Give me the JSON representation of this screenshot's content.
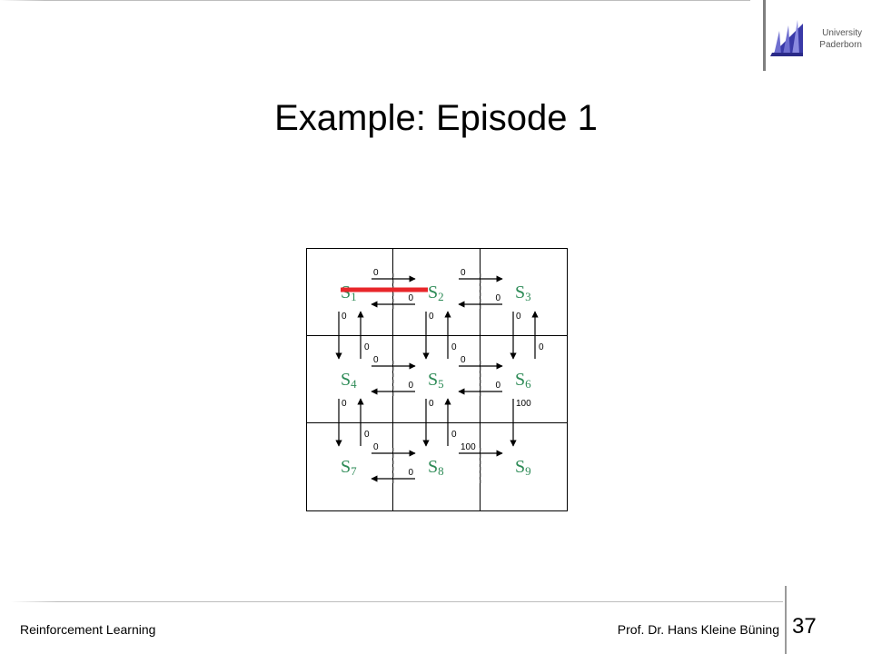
{
  "header": {
    "university_line1": "University",
    "university_line2": "Paderborn",
    "logo_color": "#3a3aa8"
  },
  "slide": {
    "title": "Example: Episode 1"
  },
  "diagram": {
    "grid": "3x3",
    "states": [
      {
        "id": "S1",
        "letter": "S",
        "sub": "1"
      },
      {
        "id": "S2",
        "letter": "S",
        "sub": "2"
      },
      {
        "id": "S3",
        "letter": "S",
        "sub": "3"
      },
      {
        "id": "S4",
        "letter": "S",
        "sub": "4"
      },
      {
        "id": "S5",
        "letter": "S",
        "sub": "5"
      },
      {
        "id": "S6",
        "letter": "S",
        "sub": "6"
      },
      {
        "id": "S7",
        "letter": "S",
        "sub": "7"
      },
      {
        "id": "S8",
        "letter": "S",
        "sub": "8"
      },
      {
        "id": "S9",
        "letter": "S",
        "sub": "9"
      }
    ],
    "transitions": [
      {
        "from": "S1",
        "to": "S2",
        "reward": "0"
      },
      {
        "from": "S2",
        "to": "S1",
        "reward": "0"
      },
      {
        "from": "S2",
        "to": "S3",
        "reward": "0"
      },
      {
        "from": "S3",
        "to": "S2",
        "reward": "0"
      },
      {
        "from": "S4",
        "to": "S5",
        "reward": "0"
      },
      {
        "from": "S5",
        "to": "S4",
        "reward": "0"
      },
      {
        "from": "S5",
        "to": "S6",
        "reward": "0"
      },
      {
        "from": "S6",
        "to": "S5",
        "reward": "0"
      },
      {
        "from": "S7",
        "to": "S8",
        "reward": "0"
      },
      {
        "from": "S8",
        "to": "S7",
        "reward": "0"
      },
      {
        "from": "S8",
        "to": "S9",
        "reward": "100"
      },
      {
        "from": "S1",
        "to": "S4",
        "reward": "0"
      },
      {
        "from": "S4",
        "to": "S1",
        "reward": "0"
      },
      {
        "from": "S2",
        "to": "S5",
        "reward": "0"
      },
      {
        "from": "S5",
        "to": "S2",
        "reward": "0"
      },
      {
        "from": "S3",
        "to": "S6",
        "reward": "0"
      },
      {
        "from": "S6",
        "to": "S3",
        "reward": "0"
      },
      {
        "from": "S4",
        "to": "S7",
        "reward": "0"
      },
      {
        "from": "S7",
        "to": "S4",
        "reward": "0"
      },
      {
        "from": "S5",
        "to": "S8",
        "reward": "0"
      },
      {
        "from": "S8",
        "to": "S5",
        "reward": "0"
      },
      {
        "from": "S6",
        "to": "S9",
        "reward": "100"
      }
    ],
    "highlight": {
      "from": "S1",
      "to": "S2",
      "color": "#e8262a"
    },
    "state_color": "#2e8b57"
  },
  "footer": {
    "left": "Reinforcement Learning",
    "right": "Prof. Dr. Hans Kleine Büning",
    "page": "37"
  }
}
